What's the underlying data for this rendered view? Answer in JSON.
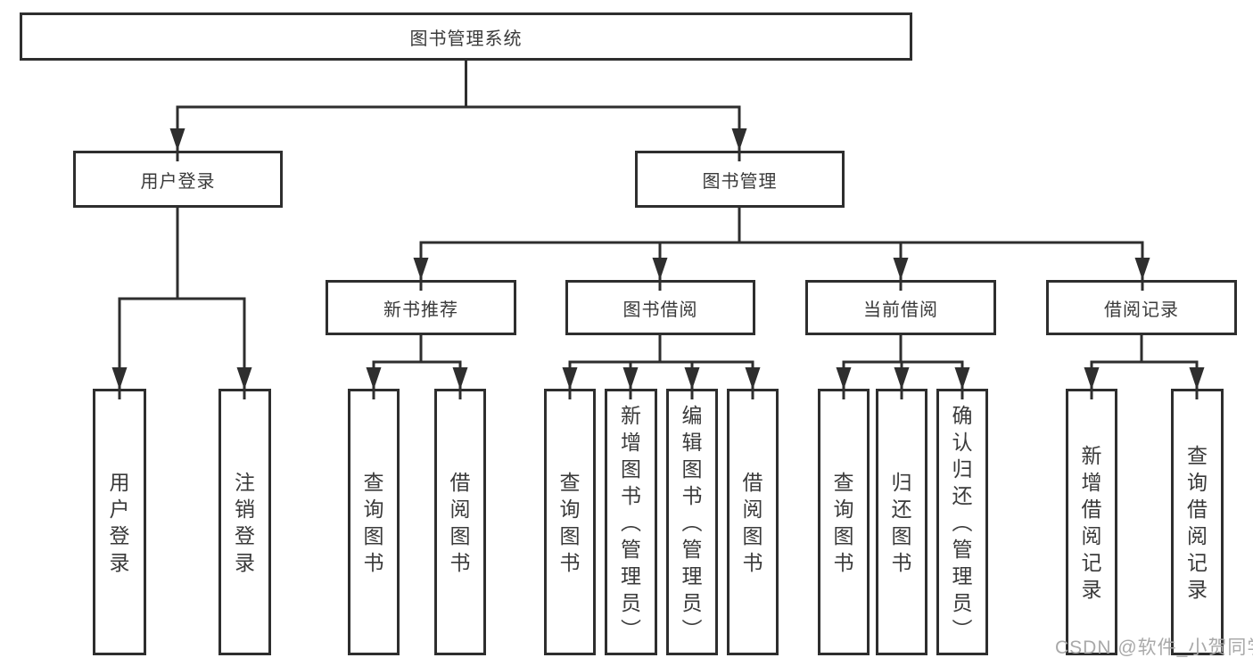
{
  "diagram_title": "图书管理系统",
  "tree": {
    "label": "图书管理系统",
    "children": [
      {
        "label": "用户登录",
        "children": [
          {
            "label": "用户登录"
          },
          {
            "label": "注销登录"
          }
        ]
      },
      {
        "label": "图书管理",
        "children": [
          {
            "label": "新书推荐",
            "children": [
              {
                "label": "查询图书"
              },
              {
                "label": "借阅图书"
              }
            ]
          },
          {
            "label": "图书借阅",
            "children": [
              {
                "label": "查询图书"
              },
              {
                "label": "新增图书（管理员）"
              },
              {
                "label": "编辑图书（管理员）"
              },
              {
                "label": "借阅图书"
              }
            ]
          },
          {
            "label": "当前借阅",
            "children": [
              {
                "label": "查询图书"
              },
              {
                "label": "归还图书"
              },
              {
                "label": "确认归还（管理员）"
              }
            ]
          },
          {
            "label": "借阅记录",
            "children": [
              {
                "label": "新增借阅记录"
              },
              {
                "label": "查询借阅记录"
              }
            ]
          }
        ]
      }
    ]
  },
  "watermark": {
    "text": "CSDN @软件_小贺同学"
  },
  "colors": {
    "line": "#2e2e2e",
    "text": "#3a3a3a",
    "watermark": "#a9a9a9",
    "bg": "#ffffff"
  }
}
